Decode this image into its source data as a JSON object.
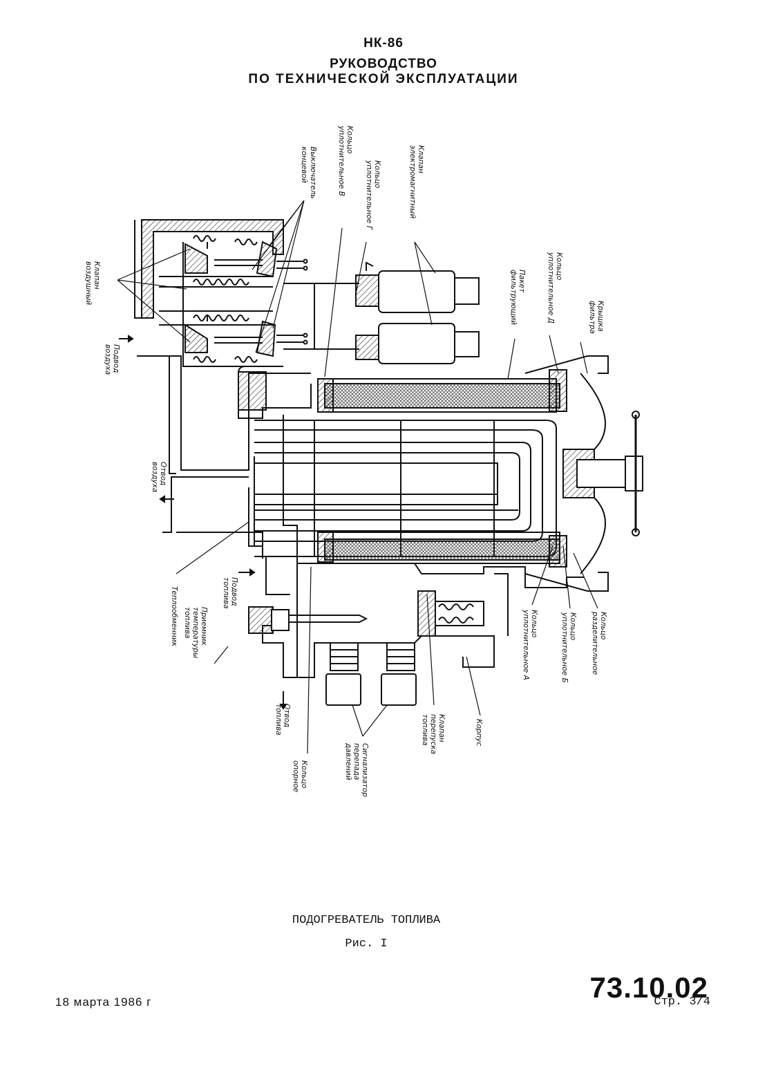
{
  "header": {
    "model": "НК-86",
    "title_line1": "РУКОВОДСТВО",
    "title_line2": "ПО ТЕХНИЧЕСКОЙ ЭКСПЛУАТАЦИИ"
  },
  "figure": {
    "caption": "ПОДОГРЕВАТЕЛЬ ТОПЛИВА",
    "number": "Рис. I",
    "labels": {
      "vykl_1": "Выключатель",
      "vykl_2": "концевой",
      "kolco_v_1": "Кольцо",
      "kolco_v_2": "уплотнительное В",
      "kolco_g_1": "Кольцо",
      "kolco_g_2": "уплотнительное Г",
      "klapan_em_1": "Клапан",
      "klapan_em_2": "электромагнитный",
      "klapan_vozd_1": "Клапан",
      "klapan_vozd_2": "воздушный",
      "paket_1": "Пакет",
      "paket_2": "фильтрующий",
      "kolco_d_1": "Кольцо",
      "kolco_d_2": "уплотнительное Д",
      "kryshka_1": "Крышка",
      "kryshka_2": "фильтра",
      "podvod_vozd_1": "Подвод",
      "podvod_vozd_2": "воздуха",
      "otvod_vozd_1": "Отвод",
      "otvod_vozd_2": "воздуха",
      "teploobmennik": "Теплообменник",
      "priemnik_1": "Приемник",
      "priemnik_2": "температуры",
      "priemnik_3": "топлива",
      "podvod_topl_1": "Подвод",
      "podvod_topl_2": "топлива",
      "otvod_topl_1": "Отвод",
      "otvod_topl_2": "топлива",
      "kolco_opor_1": "Кольцо",
      "kolco_opor_2": "опорное",
      "signal_1": "Сигнализатор",
      "signal_2": "перепада",
      "signal_3": "давлений",
      "klapan_per_1": "Клапан",
      "klapan_per_2": "перепуска",
      "klapan_per_3": "топлива",
      "korpus": "Корпус",
      "kolco_a_1": "Кольцо",
      "kolco_a_2": "уплотнительное А",
      "kolco_b_1": "Кольцо",
      "kolco_b_2": "уплотнительное Б",
      "kolco_razd_1": "Кольцо",
      "kolco_razd_2": "разделительное"
    }
  },
  "footer": {
    "doc_number": "73.10.02",
    "date": "18 марта 1986 г",
    "page": "Стр. 3/4"
  }
}
